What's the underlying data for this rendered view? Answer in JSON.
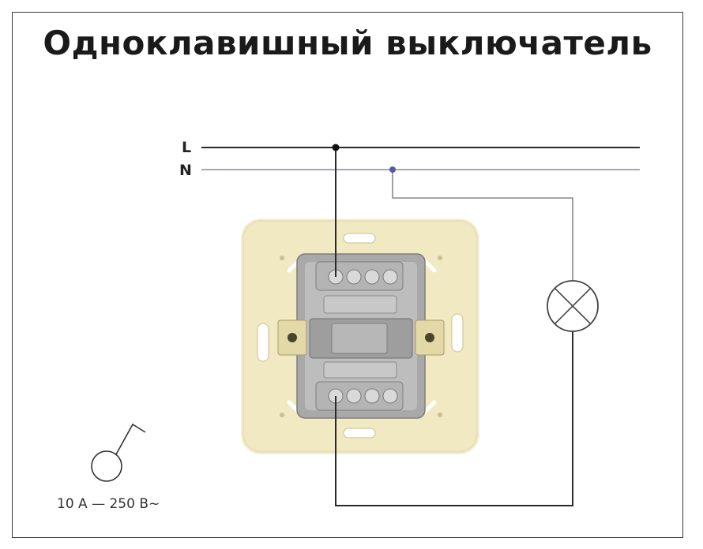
{
  "title": "Одноклавишный выключатель",
  "lines": {
    "phase_label": "L",
    "neutral_label": "N"
  },
  "rating": "10 А — 250 В~",
  "colors": {
    "phase_wire": "#2a2a2a",
    "neutral_wire": "#8a86a8",
    "neutral_node": "#5a58a0",
    "lamp_wire": "#8a8a8a",
    "mechanism_plate": "#f1e9c2",
    "terminal_block": "#b4b4b4"
  },
  "icons": [
    "lamp-symbol-icon",
    "switch-symbol-icon"
  ]
}
